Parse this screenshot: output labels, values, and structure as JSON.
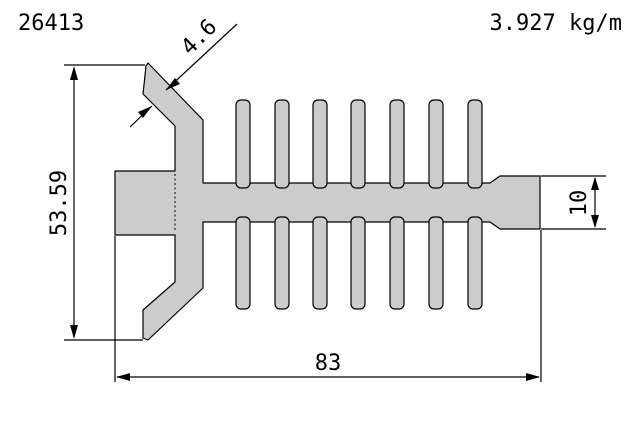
{
  "header": {
    "part_number": "26413",
    "weight": "3.927 kg/m"
  },
  "dimensions": {
    "thickness": "4.6",
    "height": "53.59",
    "width": "83",
    "tab_height": "10"
  },
  "colors": {
    "profile_fill": "#cccccc",
    "line": "#000000",
    "background": "#ffffff"
  }
}
